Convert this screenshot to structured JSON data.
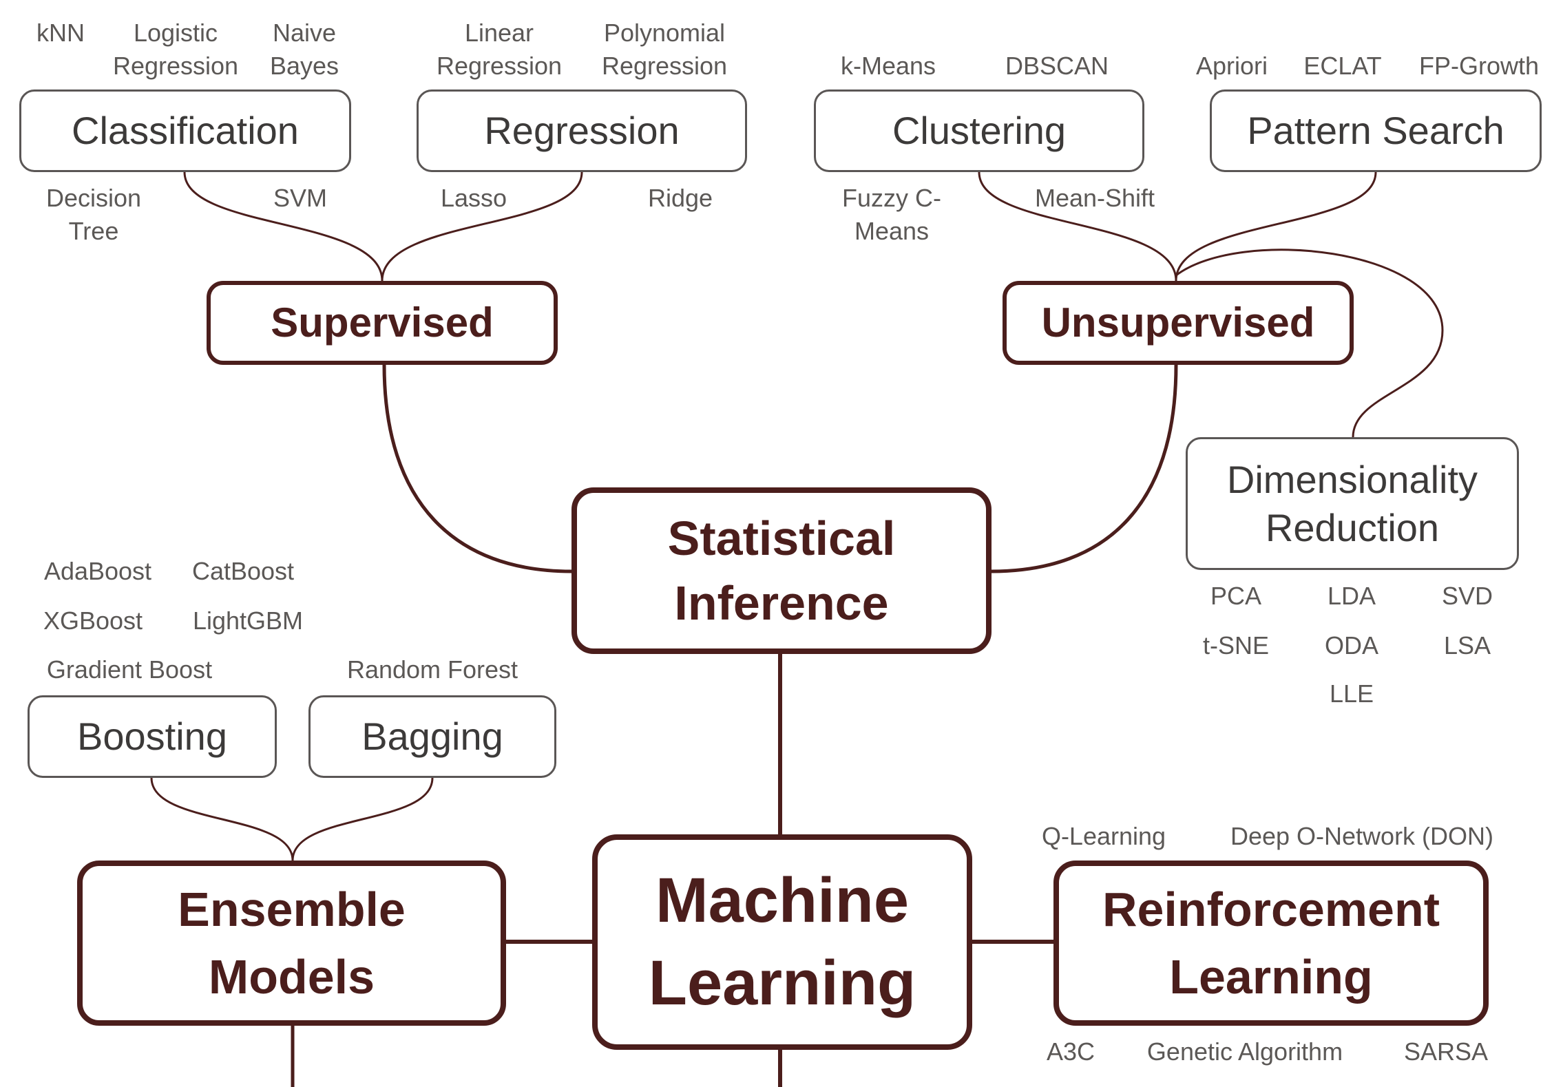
{
  "root": {
    "line1": "Machine",
    "line2": "Learning"
  },
  "statistical_inference": {
    "line1": "Statistical",
    "line2": "Inference"
  },
  "supervised": {
    "title": "Supervised",
    "classification": {
      "title": "Classification",
      "methods": [
        "kNN",
        "Logistic Regression",
        "Naive Bayes",
        "Decision Tree",
        "SVM"
      ]
    },
    "regression": {
      "title": "Regression",
      "methods": [
        "Linear Regression",
        "Polynomial Regression",
        "Lasso",
        "Ridge"
      ]
    }
  },
  "unsupervised": {
    "title": "Unsupervised",
    "clustering": {
      "title": "Clustering",
      "methods": [
        "k-Means",
        "DBSCAN",
        "Fuzzy C-Means",
        "Mean-Shift"
      ]
    },
    "pattern_search": {
      "title": "Pattern Search",
      "methods": [
        "Apriori",
        "ECLAT",
        "FP-Growth"
      ]
    },
    "dimensionality_reduction": {
      "line1": "Dimensionality",
      "line2": "Reduction",
      "methods": [
        "PCA",
        "LDA",
        "SVD",
        "t-SNE",
        "ODA",
        "LSA",
        "LLE"
      ]
    }
  },
  "ensemble": {
    "line1": "Ensemble",
    "line2": "Models",
    "boosting": {
      "title": "Boosting",
      "methods": [
        "AdaBoost",
        "CatBoost",
        "XGBoost",
        "LightGBM",
        "Gradient Boost"
      ]
    },
    "bagging": {
      "title": "Bagging",
      "methods": [
        "Random Forest"
      ]
    }
  },
  "reinforcement": {
    "line1": "Reinforcement",
    "line2": "Learning",
    "methods": [
      "Q-Learning",
      "Deep O-Network (DON)",
      "A3C",
      "Genetic Algorithm",
      "SARSA"
    ]
  }
}
